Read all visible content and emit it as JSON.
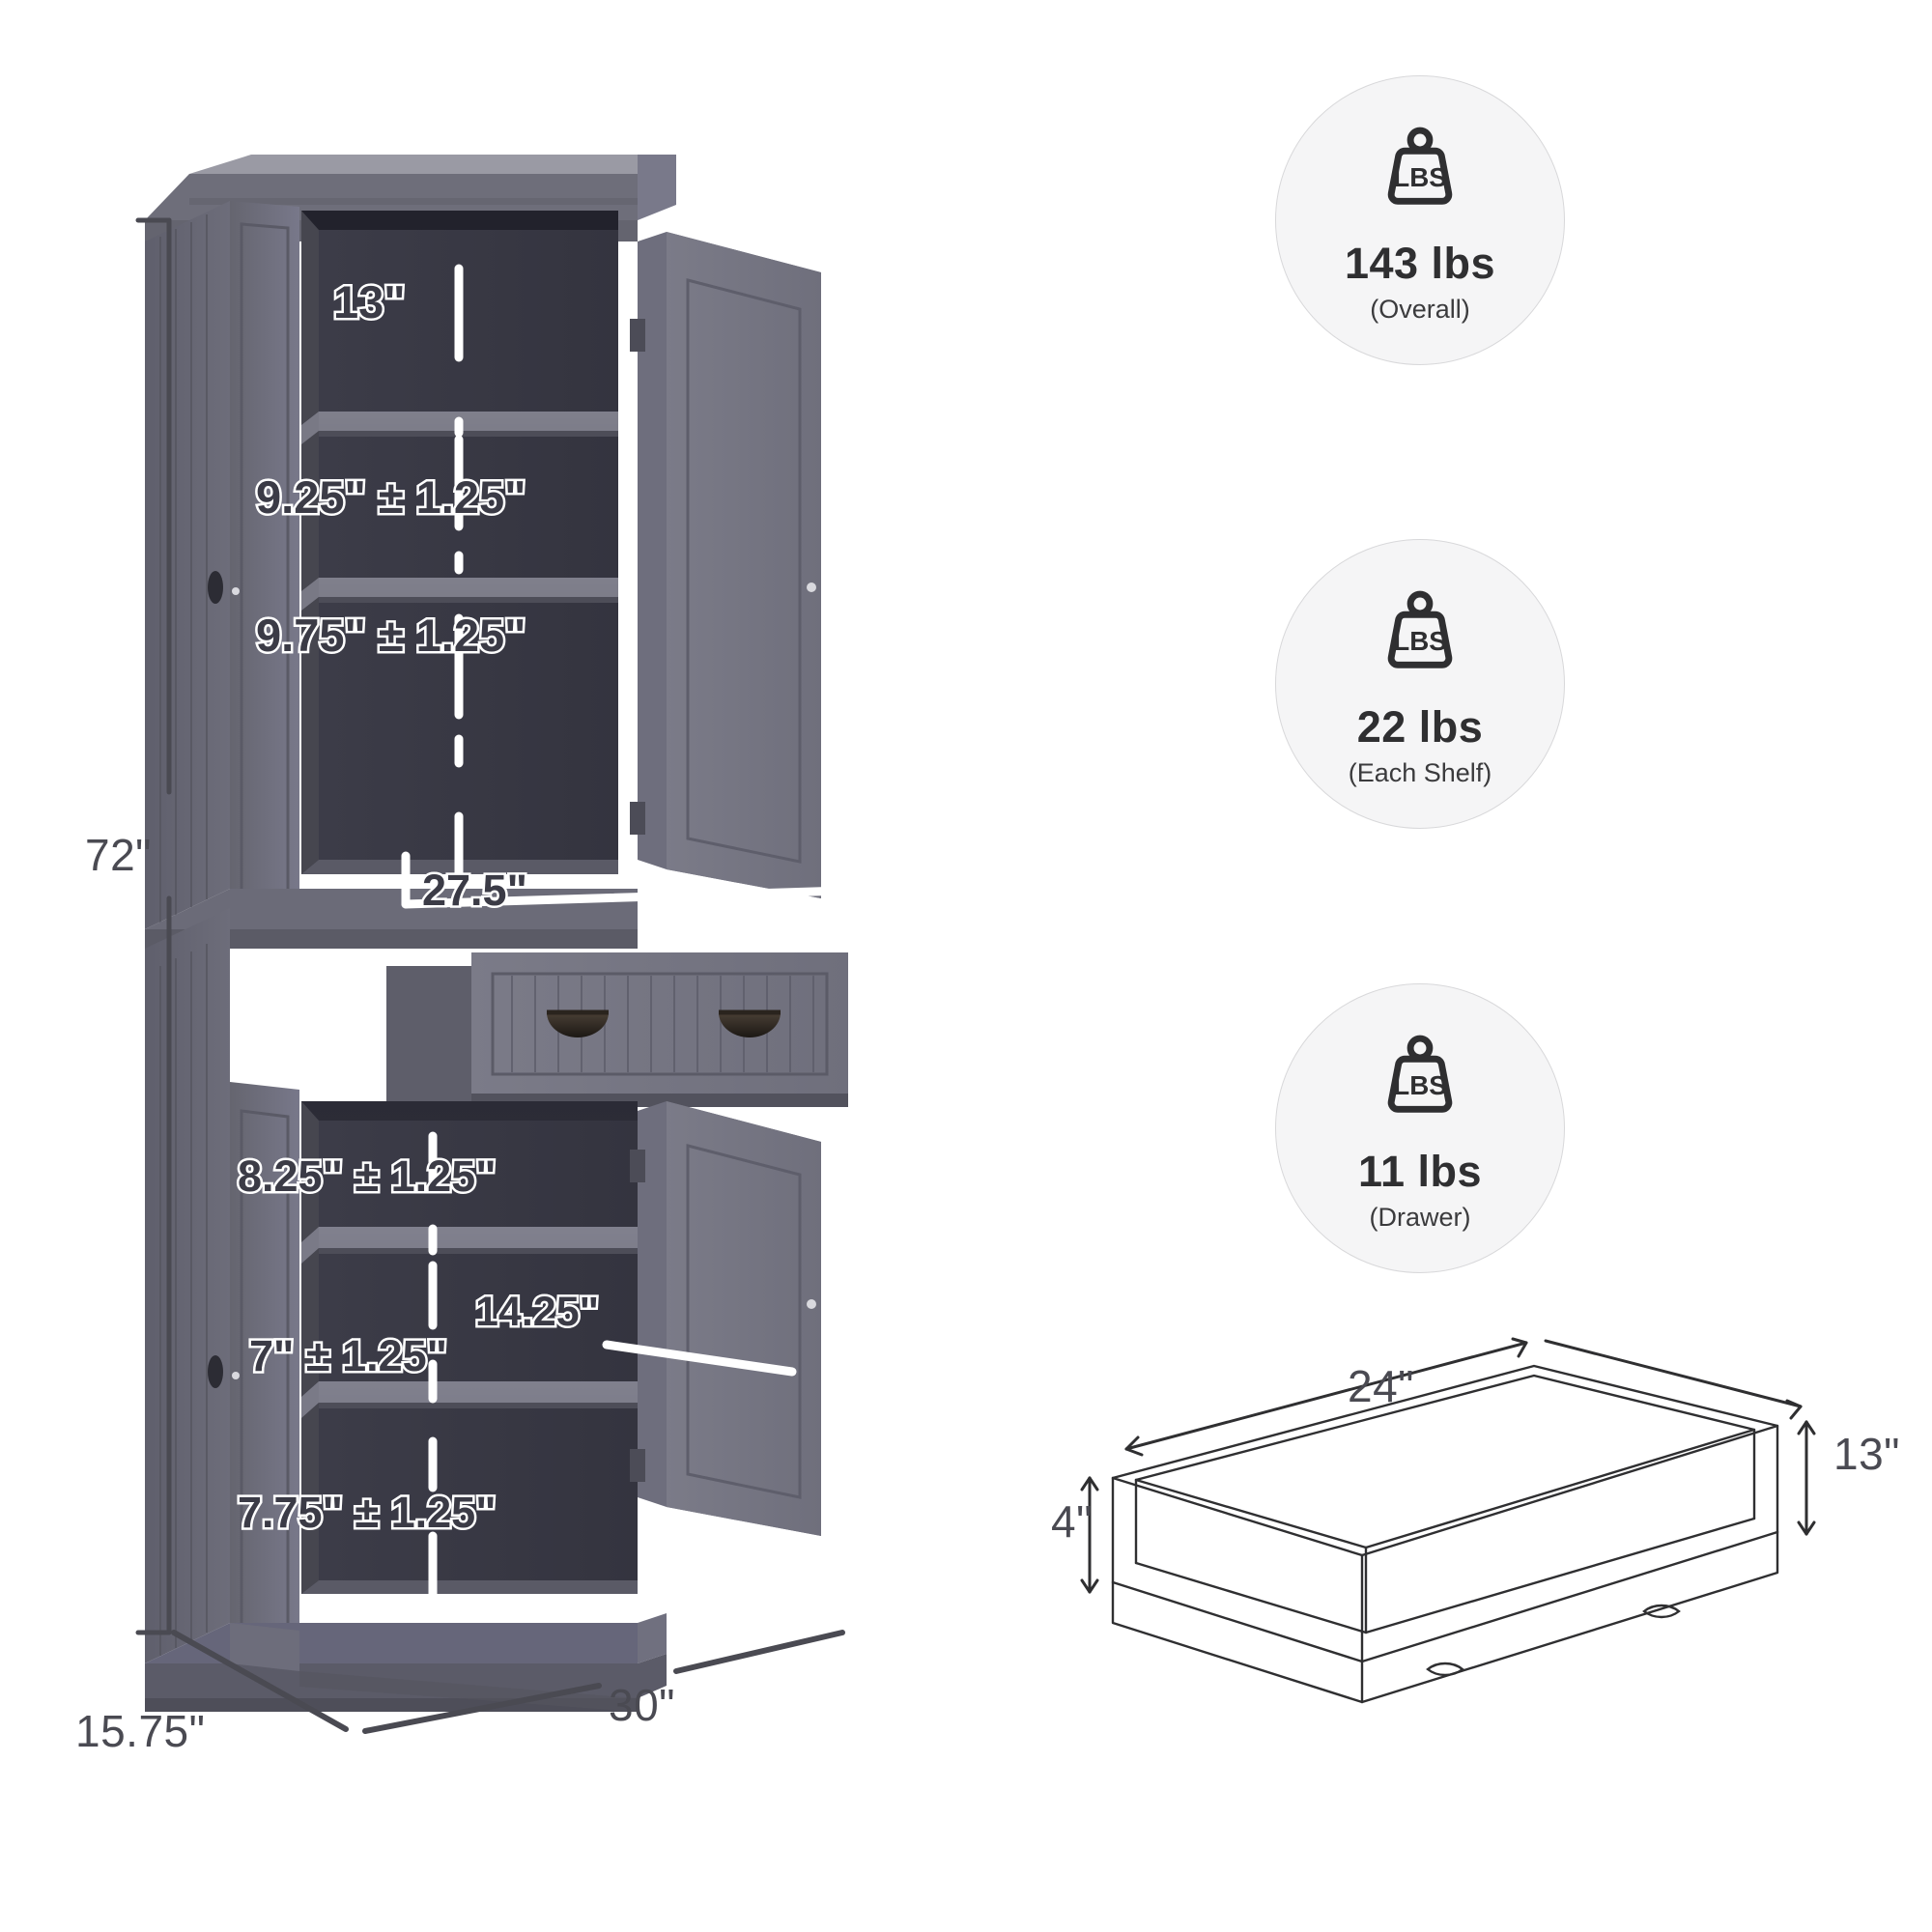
{
  "product": {
    "name": "storage-pantry-cabinet",
    "color_hex": "#6b6b78"
  },
  "overall_dimensions": {
    "height": "72\"",
    "width": "30\"",
    "depth": "15.75\""
  },
  "interior_dimensions": {
    "top_compartment": "13\"",
    "upper_shelf_gap_1": "9.25\" ± 1.25\"",
    "upper_shelf_gap_2": "9.75\" ± 1.25\"",
    "interior_width": "27.5\"",
    "lower_shelf_gap_1": "8.25\" ± 1.25\"",
    "lower_shelf_gap_2": "7\" ± 1.25\"",
    "shelf_depth": "14.25\"",
    "lower_shelf_gap_3": "7.75\" ± 1.25\""
  },
  "drawer_dimensions": {
    "width": "24\"",
    "depth": "13\"",
    "height": "4\""
  },
  "weight_badges": [
    {
      "icon": "weight-lbs-icon",
      "icon_label": "LBS",
      "value": "143  lbs",
      "caption": "(Overall)"
    },
    {
      "icon": "weight-lbs-icon",
      "icon_label": "LBS",
      "value": "22 lbs",
      "caption": "(Each Shelf)"
    },
    {
      "icon": "weight-lbs-icon",
      "icon_label": "LBS",
      "value": "11 lbs",
      "caption": "(Drawer)"
    }
  ],
  "colors": {
    "badge_bg": "#f5f5f6",
    "badge_border": "#d8d8da",
    "dim_text": "#4a4a52",
    "callout_stroke": "#ffffff"
  }
}
